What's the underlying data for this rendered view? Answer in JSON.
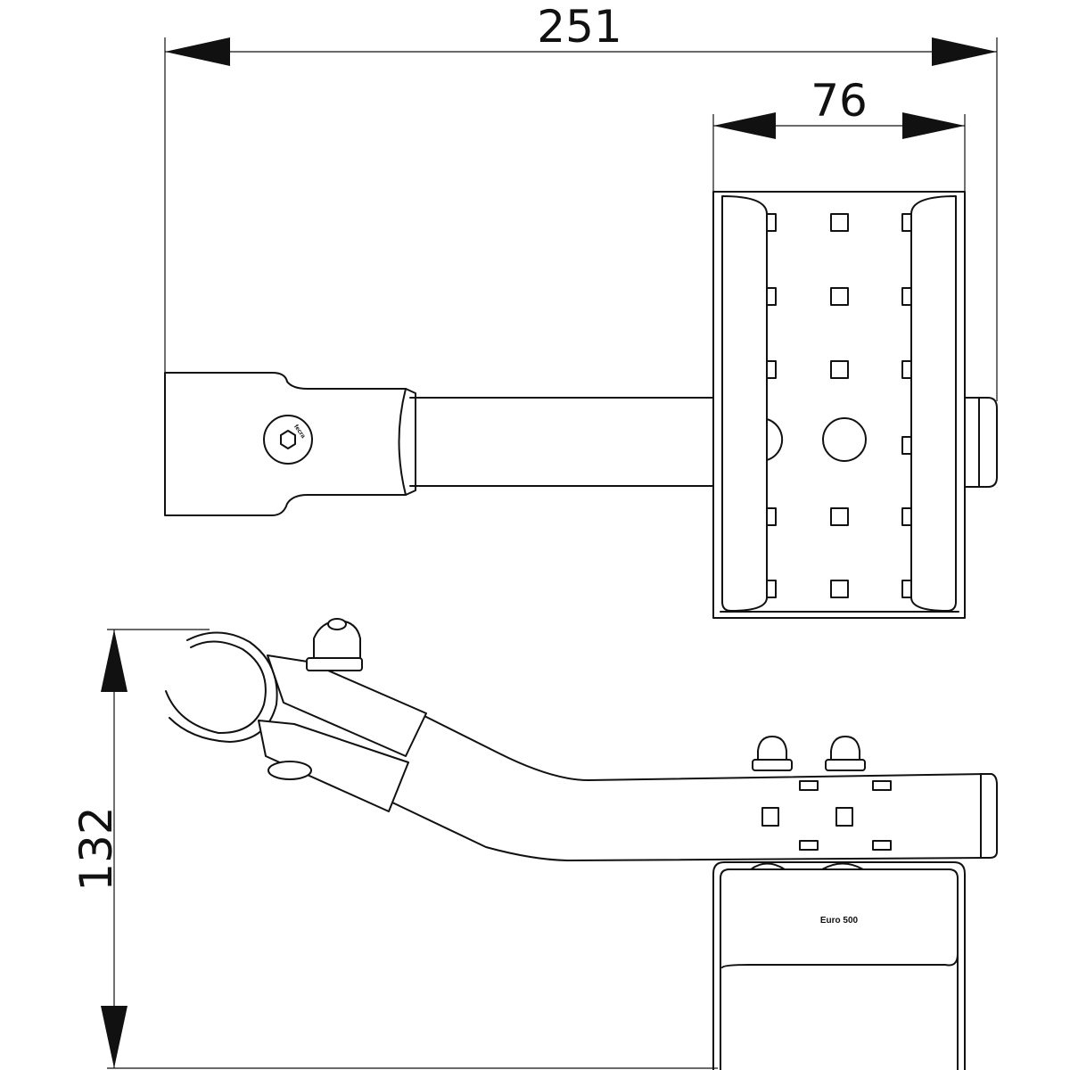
{
  "dimensions": {
    "overall_length": "251",
    "plate_width": "76",
    "height": "132"
  },
  "labels": {
    "brand_mark": "fecra",
    "model": "Euro 500"
  }
}
